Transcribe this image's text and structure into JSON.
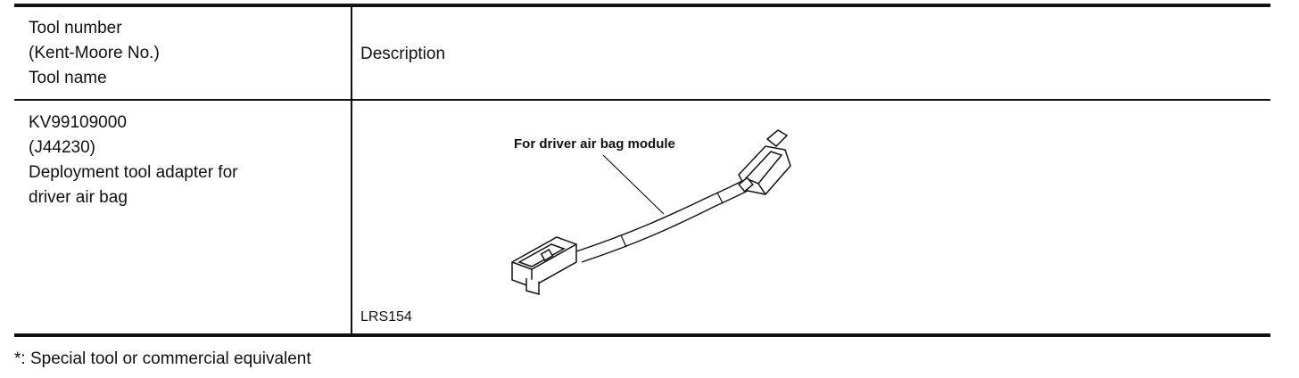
{
  "table": {
    "header": {
      "tool_col": [
        "Tool number",
        "(Kent-Moore No.)",
        "Tool name"
      ],
      "desc_col": "Description"
    },
    "row": {
      "tool_number": "KV99109000",
      "kent_moore": "(J44230)",
      "tool_name": [
        "Deployment tool adapter for",
        "driver air bag"
      ],
      "callout": "For driver air bag module",
      "figure_id": "LRS154"
    }
  },
  "footnote": "*: Special tool or commercial equivalent"
}
